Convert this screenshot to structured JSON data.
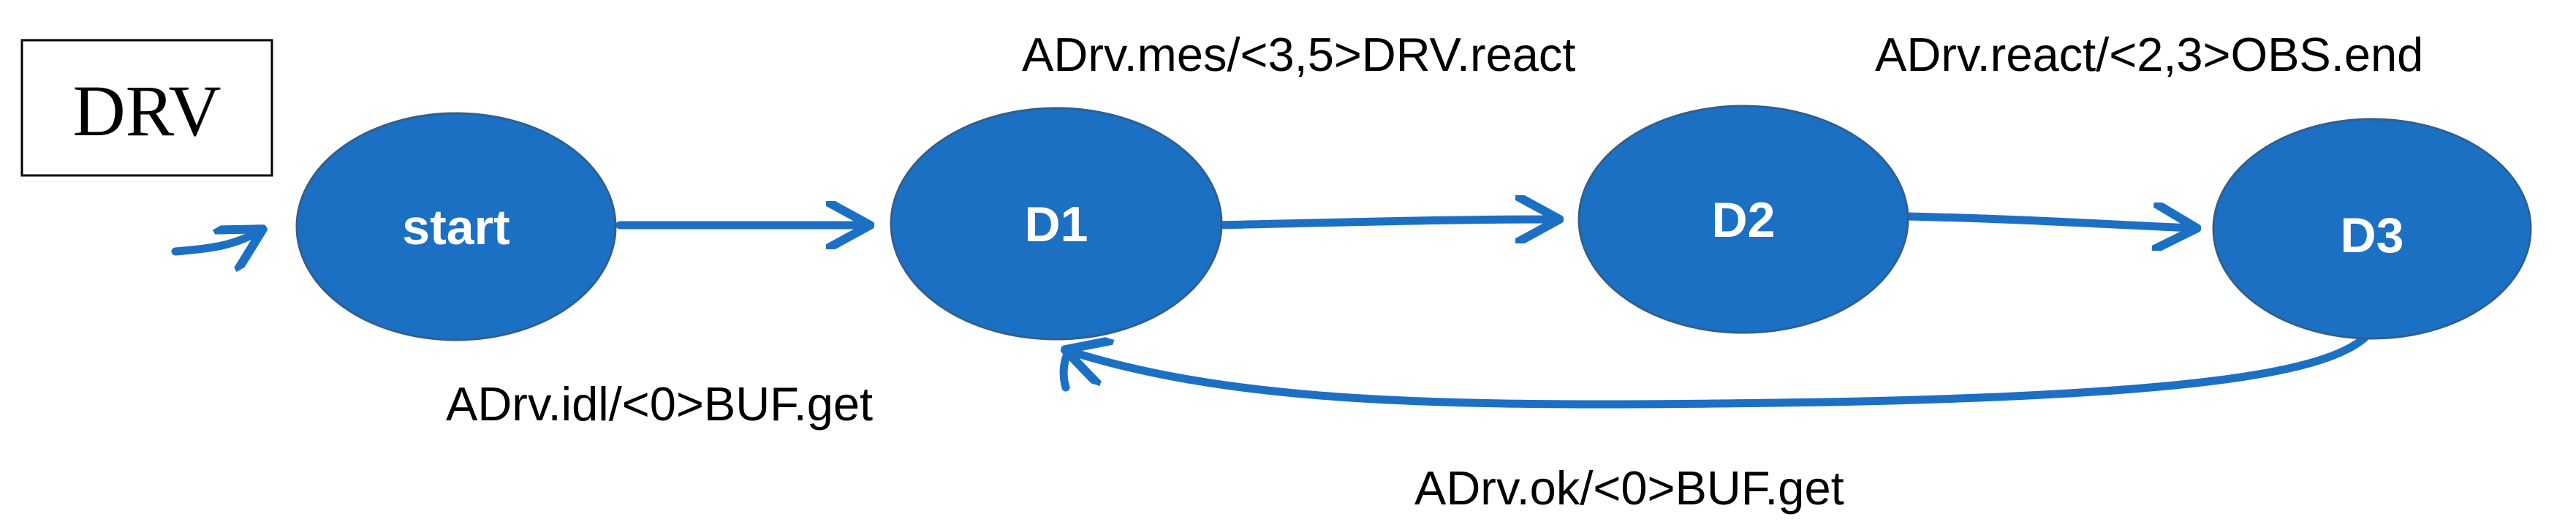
{
  "diagram": {
    "title": "DRV",
    "colors": {
      "state_fill": "#1b70c4",
      "state_stroke": "#2f5f8f",
      "edge": "#1b70c4",
      "text": "#000000"
    },
    "states": [
      {
        "id": "start",
        "label": "start"
      },
      {
        "id": "D1",
        "label": "D1"
      },
      {
        "id": "D2",
        "label": "D2"
      },
      {
        "id": "D3",
        "label": "D3"
      }
    ],
    "transitions": [
      {
        "from": "",
        "to": "start",
        "label": ""
      },
      {
        "from": "start",
        "to": "D1",
        "label": "ADrv.idl/<0>BUF.get"
      },
      {
        "from": "D1",
        "to": "D2",
        "label": "ADrv.mes/<3,5>DRV.react"
      },
      {
        "from": "D2",
        "to": "D3",
        "label": "ADrv.react/<2,3>OBS.end"
      },
      {
        "from": "D3",
        "to": "D1",
        "label": "ADrv.ok/<0>BUF.get"
      }
    ]
  }
}
